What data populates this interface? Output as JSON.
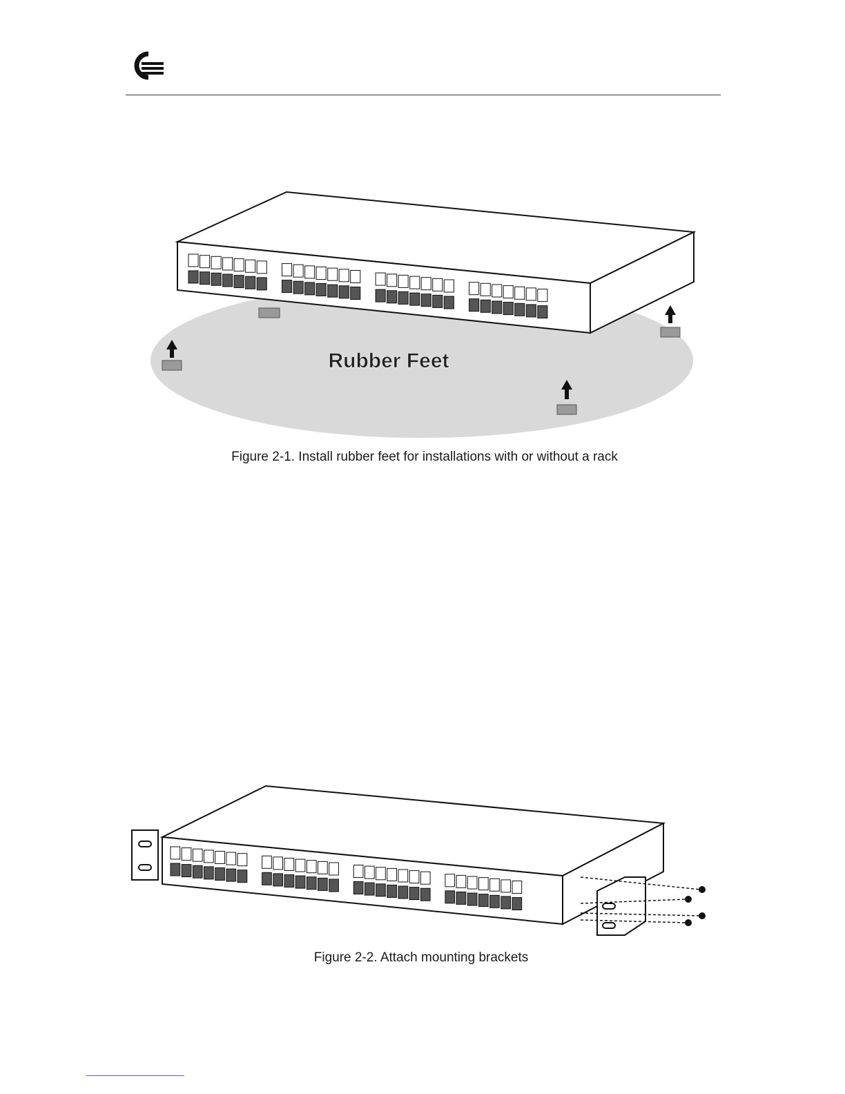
{
  "header": {
    "logo_icon": "brand-q-logo-icon"
  },
  "figure1": {
    "label": "Rubber Feet",
    "caption": "Figure 2-1. Install rubber feet for installations with or without a rack"
  },
  "figure2": {
    "caption": "Figure 2-2. Attach mounting brackets"
  },
  "colors": {
    "text": "#1a1a1a",
    "ellipse": "#d9d9d9",
    "footer_link": "#5a5ad0"
  }
}
